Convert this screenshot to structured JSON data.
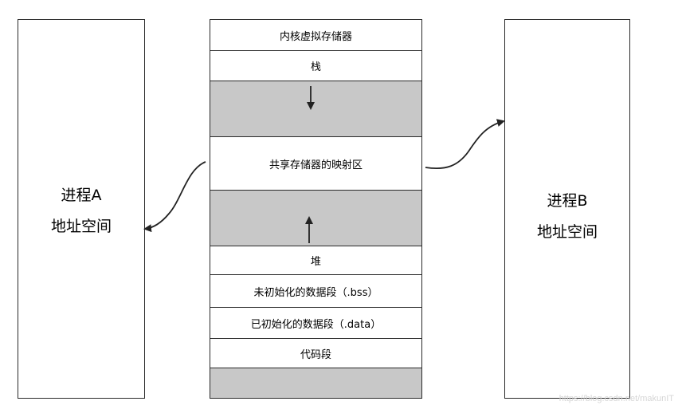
{
  "process_a": {
    "line1": "进程A",
    "line2": "地址空间"
  },
  "process_b": {
    "line1": "进程B",
    "line2": "地址空间"
  },
  "memory": {
    "segments": [
      {
        "label": "内核虚拟存储器",
        "fill": "white"
      },
      {
        "label": "栈",
        "fill": "white"
      },
      {
        "label": "",
        "fill": "gray"
      },
      {
        "label": "共享存储器的映射区",
        "fill": "white"
      },
      {
        "label": "",
        "fill": "gray"
      },
      {
        "label": "堆",
        "fill": "white"
      },
      {
        "label": "未初始化的数据段（.bss）",
        "fill": "white"
      },
      {
        "label": "已初始化的数据段（.data）",
        "fill": "white"
      },
      {
        "label": "代码段",
        "fill": "white"
      },
      {
        "label": "",
        "fill": "gray"
      }
    ]
  },
  "watermark": "https://blog.csdn.net/makunIT",
  "colors": {
    "gray_fill": "#c8c8c8",
    "border": "#2a2a2a"
  }
}
